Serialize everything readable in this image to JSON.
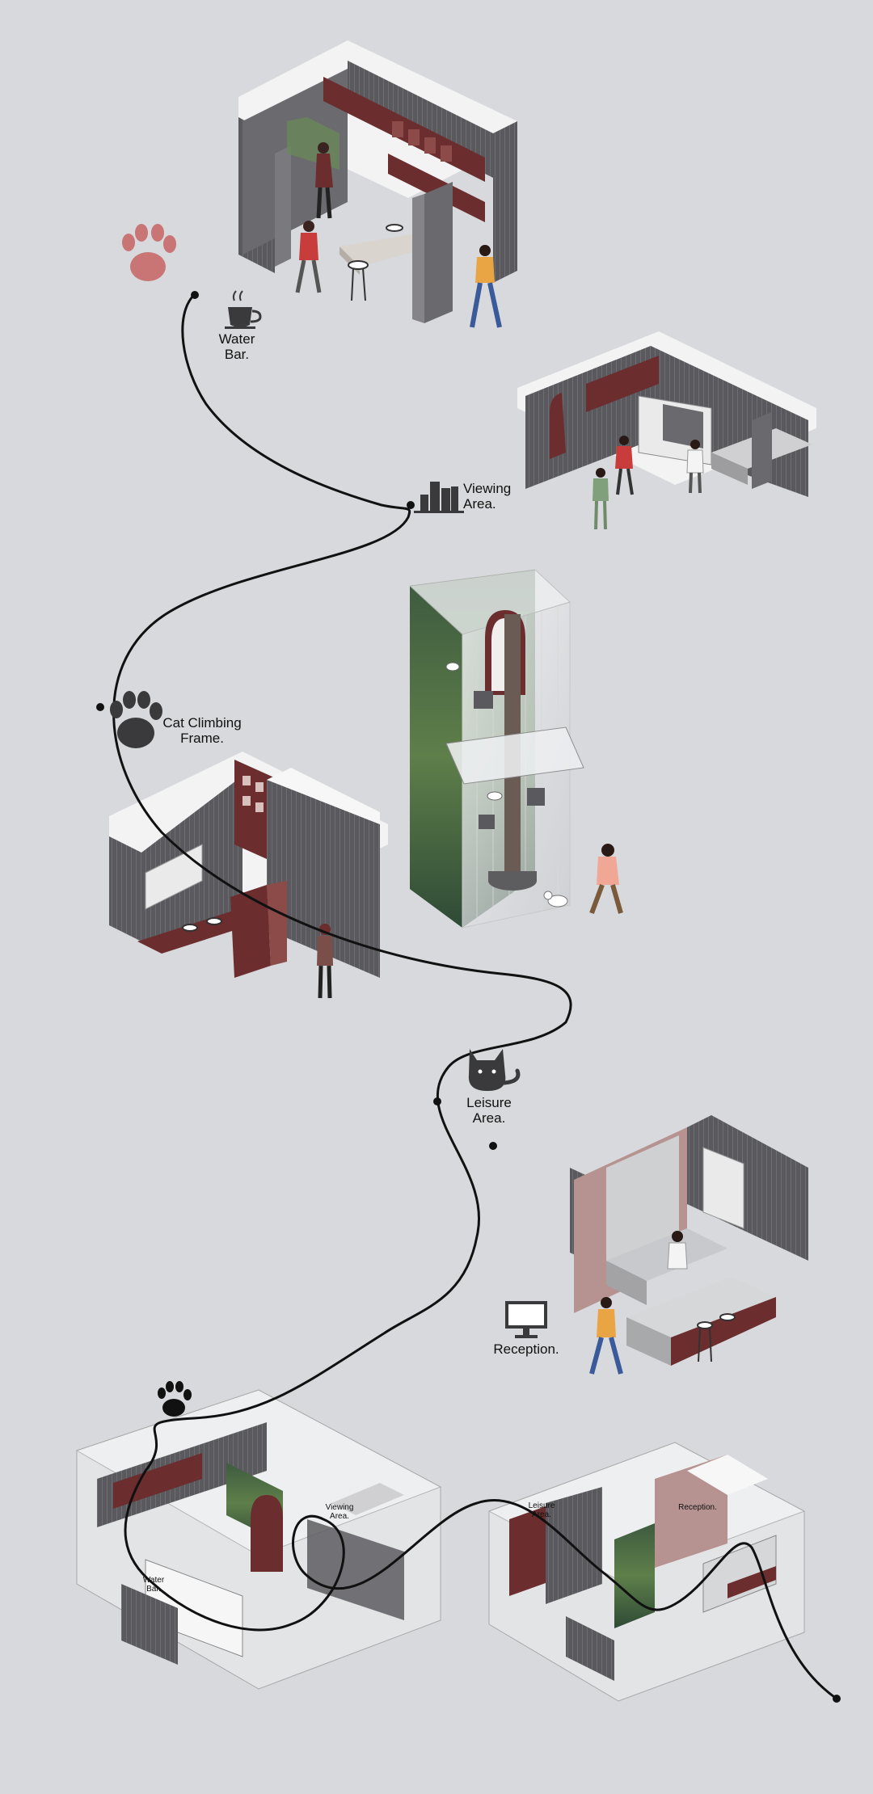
{
  "colors": {
    "background": "#d8d9dc",
    "wall": "#5d5d60",
    "wall_light": "#8a8a8e",
    "maroon": "#6b2d2e",
    "maroon_light": "#8c4a48",
    "paw_pink": "#c97475",
    "icon_dark": "#3a3a3c",
    "path": "#111111"
  },
  "route_labels": [
    {
      "id": "water-bar",
      "text": "Water\nBar.",
      "icon": "coffee-cup-icon"
    },
    {
      "id": "viewing-area",
      "text": "Viewing\nArea.",
      "icon": "books-icon"
    },
    {
      "id": "cat-climbing-frame",
      "text": "Cat Climbing\nFrame.",
      "icon": "paw-icon"
    },
    {
      "id": "leisure-area",
      "text": "Leisure\nArea.",
      "icon": "cat-icon"
    },
    {
      "id": "reception",
      "text": "Reception.",
      "icon": "monitor-icon"
    }
  ],
  "plan_labels": [
    {
      "id": "plan-water-bar",
      "text": "Water\nBar."
    },
    {
      "id": "plan-viewing-area",
      "text": "Viewing\nArea."
    },
    {
      "id": "plan-leisure-area",
      "text": "Leisure\nArea."
    },
    {
      "id": "plan-reception",
      "text": "Reception."
    }
  ],
  "decorations": {
    "brand_paw": "paw-icon",
    "bottom_paw": "paw-icon"
  }
}
